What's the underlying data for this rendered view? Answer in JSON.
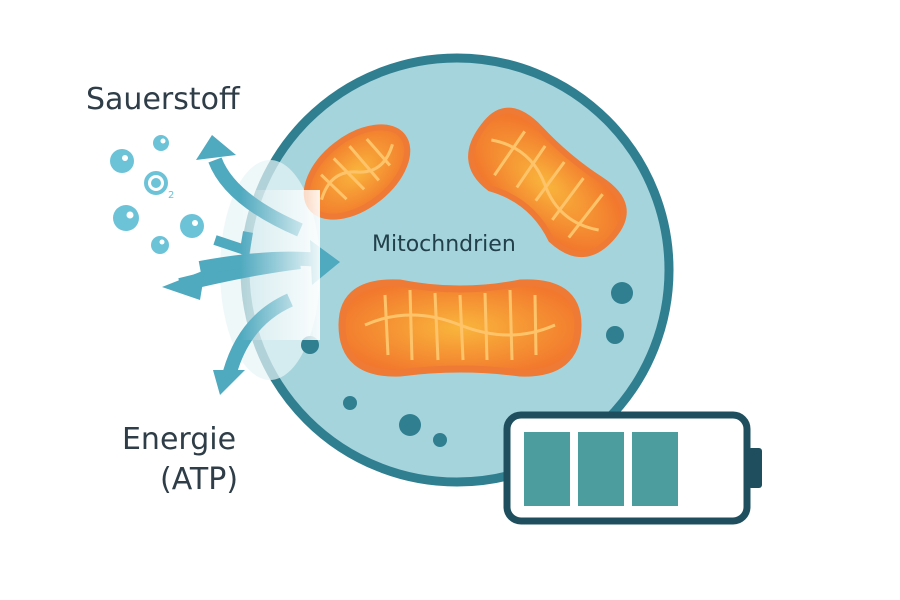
{
  "labels": {
    "oxygen": "Sauerstoff",
    "energy": "Energie",
    "atp": "(ATP)",
    "mitochondria": "Mitochndrien",
    "o2_symbol": "O",
    "o2_subscript": "2"
  },
  "battery": {
    "filled_cells": 3,
    "total_cells": 4
  },
  "colors": {
    "cell_fill": "#a6d4dc",
    "cell_border": "#2f7f90",
    "mito_outer": "#f07a3a",
    "mito_inner": "#f7a23a",
    "arrow": "#4fa9bf",
    "battery_cell": "#4b9e9d",
    "battery_border": "#1f4f5e"
  }
}
